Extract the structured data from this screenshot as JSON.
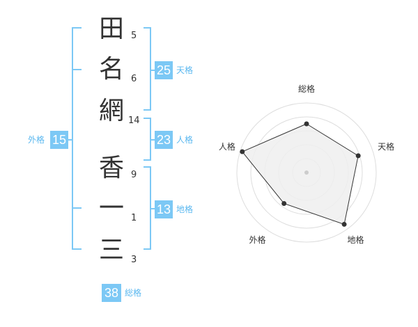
{
  "name": {
    "characters": [
      {
        "char": "田",
        "strokes": "5"
      },
      {
        "char": "名",
        "strokes": "6"
      },
      {
        "char": "網",
        "strokes": "14"
      },
      {
        "char": "香",
        "strokes": "9"
      },
      {
        "char": "一",
        "strokes": "1"
      },
      {
        "char": "三",
        "strokes": "3"
      }
    ]
  },
  "kakaku": {
    "tenkaku": {
      "value": "25",
      "label": "天格"
    },
    "jinkaku": {
      "value": "23",
      "label": "人格"
    },
    "chikaku": {
      "value": "13",
      "label": "地格"
    },
    "gaikaku": {
      "value": "15",
      "label": "外格"
    },
    "soukaku": {
      "value": "38",
      "label": "総格"
    }
  },
  "colors": {
    "accent": "#7cc8f5",
    "accent_text": "#5bb8f0",
    "bracket": "#7cc8f5",
    "radar_fill": "#efefef",
    "radar_line": "#333333",
    "grid": "#dddddd"
  },
  "chart_data": {
    "type": "radar",
    "axes": [
      "総格",
      "天格",
      "地格",
      "外格",
      "人格"
    ],
    "values": [
      0.7,
      0.78,
      0.92,
      0.55,
      0.97
    ],
    "max": 1
  }
}
